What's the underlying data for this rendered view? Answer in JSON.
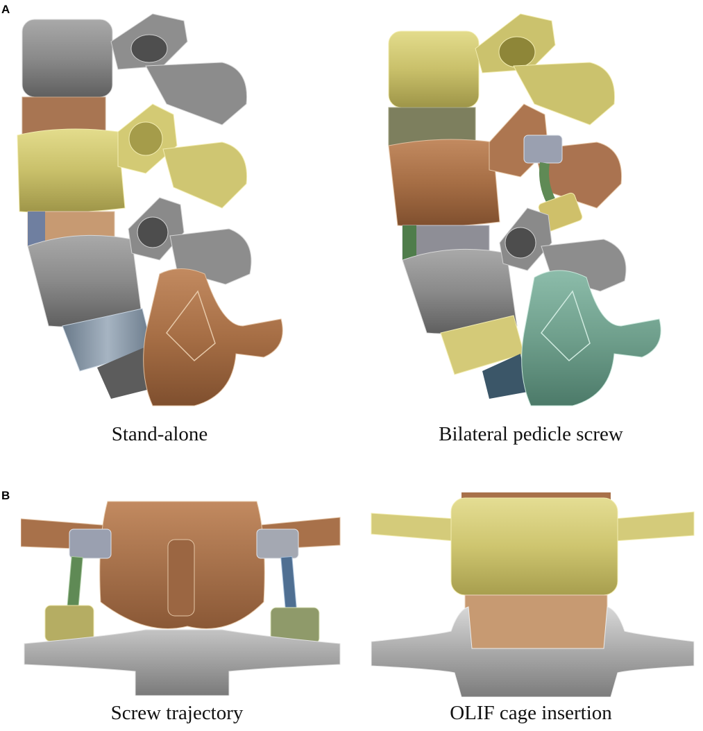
{
  "panels": [
    {
      "letter": "A"
    },
    {
      "letter": "B"
    }
  ],
  "captions": {
    "a_left": "Stand-alone",
    "a_right": "Bilateral pedicle screw",
    "b_left": "Screw trajectory",
    "b_right": "OLIF cage insertion"
  },
  "colors": {
    "bone_gray": "#8c8c8c",
    "bone_yellow": "#cfc771",
    "bone_brown": "#a8714a",
    "bone_teal": "#6f9f8c",
    "disc_tan": "#c79a72",
    "disc_blue": "#8796a6",
    "screw_green": "#5f8a55",
    "screw_blue": "#4f6f92"
  }
}
